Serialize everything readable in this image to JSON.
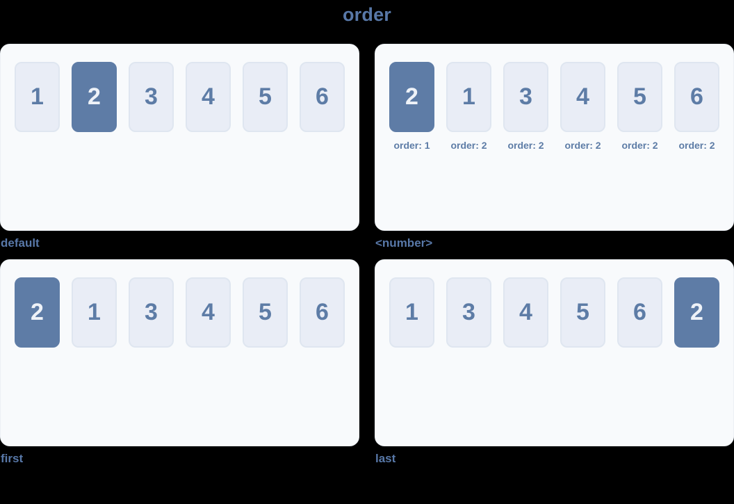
{
  "page": {
    "title": "order"
  },
  "colors": {
    "background": "#000000",
    "accent_text": "#5878a8",
    "item_text": "#5d7ca6",
    "item_bg": "#e9edf6",
    "item_border": "#dfe6f0",
    "highlight_bg": "#5e7ca6",
    "highlight_text": "#eef2f8",
    "panel_bg": "#f8fafc",
    "panel_border": "#ecf0f5"
  },
  "panels": [
    {
      "id": "default",
      "label": "default",
      "items": [
        {
          "text": "1",
          "highlight": false
        },
        {
          "text": "2",
          "highlight": true
        },
        {
          "text": "3",
          "highlight": false
        },
        {
          "text": "4",
          "highlight": false
        },
        {
          "text": "5",
          "highlight": false
        },
        {
          "text": "6",
          "highlight": false
        }
      ]
    },
    {
      "id": "number",
      "label": "<number>",
      "items": [
        {
          "text": "2",
          "highlight": true,
          "caption": "order: 1"
        },
        {
          "text": "1",
          "highlight": false,
          "caption": "order: 2"
        },
        {
          "text": "3",
          "highlight": false,
          "caption": "order: 2"
        },
        {
          "text": "4",
          "highlight": false,
          "caption": "order: 2"
        },
        {
          "text": "5",
          "highlight": false,
          "caption": "order: 2"
        },
        {
          "text": "6",
          "highlight": false,
          "caption": "order: 2"
        }
      ]
    },
    {
      "id": "first",
      "label": "first",
      "items": [
        {
          "text": "2",
          "highlight": true
        },
        {
          "text": "1",
          "highlight": false
        },
        {
          "text": "3",
          "highlight": false
        },
        {
          "text": "4",
          "highlight": false
        },
        {
          "text": "5",
          "highlight": false
        },
        {
          "text": "6",
          "highlight": false
        }
      ]
    },
    {
      "id": "last",
      "label": "last",
      "items": [
        {
          "text": "1",
          "highlight": false
        },
        {
          "text": "3",
          "highlight": false
        },
        {
          "text": "4",
          "highlight": false
        },
        {
          "text": "5",
          "highlight": false
        },
        {
          "text": "6",
          "highlight": false
        },
        {
          "text": "2",
          "highlight": true
        }
      ]
    }
  ]
}
